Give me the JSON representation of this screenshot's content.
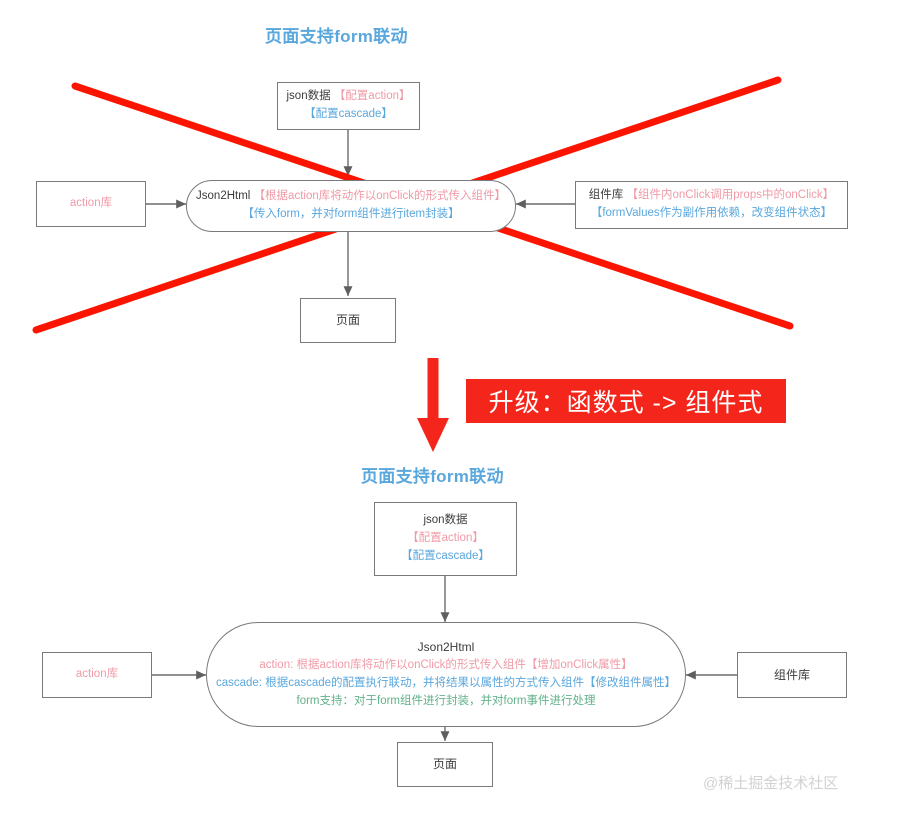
{
  "diagram": {
    "old_section": {
      "title": "页面支持form联动",
      "json_node": {
        "name": "json-data-node",
        "line1_black": "json数据",
        "line1_red": "【配置action】",
        "line2_blue": "【配置cascade】"
      },
      "action_lib": {
        "label": "action库"
      },
      "component_lib": {
        "line1_black": "组件库",
        "line1_red": "【组件内onClick调用props中的onClick】",
        "line2_blue": "【formValues作为副作用依赖，改变组件状态】"
      },
      "json2html": {
        "line1_black": "Json2Html",
        "line1_red": "【根据action库将动作以onClick的形式传入组件】",
        "line2_blue": "【传入form，并对form组件进行item封装】"
      },
      "page_node": {
        "label": "页面"
      },
      "strikethrough": "red-cross-strikethrough"
    },
    "upgrade_banner": {
      "text": "升级：函数式 -> 组件式",
      "color": "#f4261c",
      "arrow": "red-down-arrow"
    },
    "new_section": {
      "title": "页面支持form联动",
      "json_node": {
        "line1_black": "json数据",
        "line2_red": "【配置action】",
        "line3_blue": "【配置cascade】"
      },
      "action_lib": {
        "label": "action库"
      },
      "component_lib": {
        "label": "组件库"
      },
      "json2html": {
        "title_black": "Json2Html",
        "line_action_red": "action: 根据action库将动作以onClick的形式传入组件【增加onClick属性】",
        "line_cascade_blue": "cascade: 根据cascade的配置执行联动，并将结果以属性的方式传入组件【修改组件属性】",
        "line_form_green": "form支持：对于form组件进行封装，并对form事件进行处理"
      },
      "page_node": {
        "label": "页面"
      }
    },
    "watermark": "@稀土掘金技术社区",
    "palette": {
      "title_blue": "#5aa7dd",
      "text_red": "#f09aa6",
      "text_blue": "#5aa7dd",
      "text_green": "#62b28a",
      "banner_red": "#f4261c",
      "box_border": "#7a7a7a"
    }
  }
}
